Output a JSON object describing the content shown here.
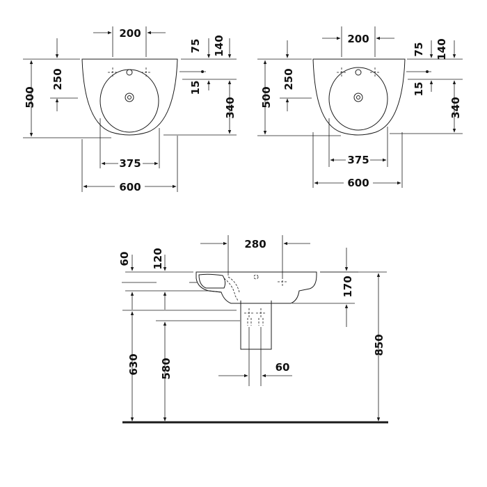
{
  "drawing": {
    "view1": {
      "dims": {
        "tap_spacing": "200",
        "overflow_offset": "75",
        "side_width_140": "140",
        "depth_total": "500",
        "tap_depth": "250",
        "drain_offset": "15",
        "bowl_depth": "340",
        "bowl_width": "375",
        "overall_width": "600"
      }
    },
    "view2": {
      "dims": {
        "tap_spacing": "200",
        "overflow_offset": "75",
        "side_width_140": "140",
        "depth_total": "500",
        "tap_depth": "250",
        "drain_offset": "15",
        "bowl_depth": "340",
        "bowl_width": "375",
        "overall_width": "600"
      }
    },
    "side_view": {
      "dims": {
        "top_thickness": "60",
        "height_120": "120",
        "tap_width": "280",
        "bowl_height": "170",
        "overall_height": "850",
        "rim_height": "630",
        "pedestal_height": "580",
        "pedestal_offset": "60"
      }
    }
  }
}
